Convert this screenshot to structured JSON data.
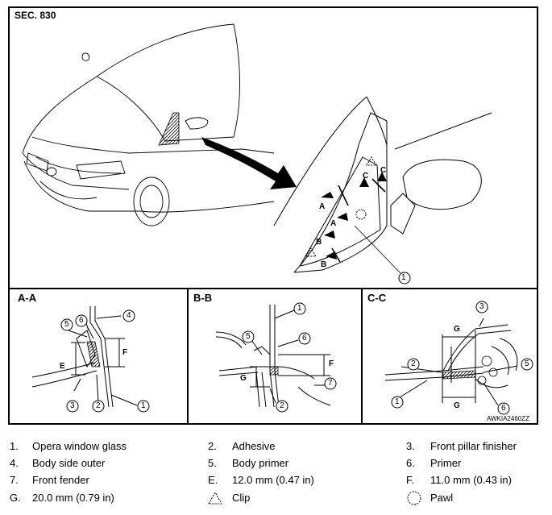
{
  "section": "SEC. 830",
  "figure_code": "AWKIA2460ZZ",
  "panels": {
    "aa": "A-A",
    "bb": "B-B",
    "cc": "C-C"
  },
  "callouts": {
    "a": "A",
    "b": "B",
    "c": "C",
    "e": "E",
    "f": "F",
    "g": "G",
    "n1": "1",
    "n2": "2",
    "n3": "3",
    "n4": "4",
    "n5": "5",
    "n6": "6",
    "n7": "7"
  },
  "legend": [
    {
      "key": "1.",
      "text": "Opera window glass"
    },
    {
      "key": "2.",
      "text": "Adhesive"
    },
    {
      "key": "3.",
      "text": "Front pillar finisher"
    },
    {
      "key": "4.",
      "text": "Body side outer"
    },
    {
      "key": "5.",
      "text": "Body primer"
    },
    {
      "key": "6.",
      "text": "Primer"
    },
    {
      "key": "7.",
      "text": "Front fender"
    },
    {
      "key": "E.",
      "text": "12.0 mm (0.47 in)"
    },
    {
      "key": "F.",
      "text": "11.0 mm (0.43 in)"
    },
    {
      "key": "G.",
      "text": "20.0 mm (0.79 in)"
    },
    {
      "key": "clip",
      "text": "Clip",
      "icon": "triangle-dashed-icon"
    },
    {
      "key": "pawl",
      "text": "Pawl",
      "icon": "circle-dashed-icon"
    }
  ]
}
